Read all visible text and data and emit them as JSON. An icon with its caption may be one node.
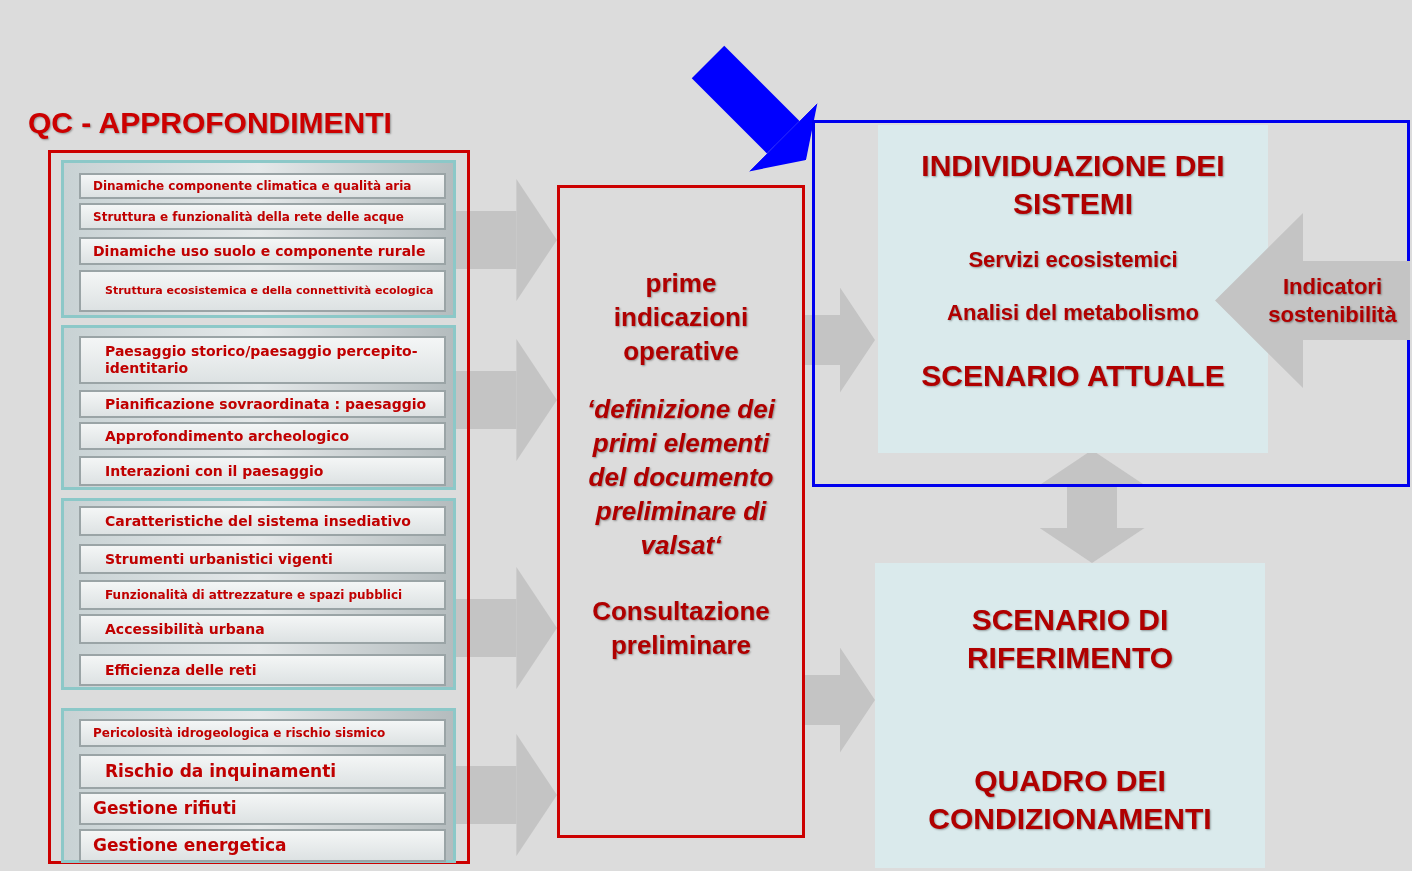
{
  "diagram": {
    "nodes": [
      {
        "text": [
          "QC - APPROFONDIMENTI"
        ]
      },
      {
        "text": [],
        "shape": "box",
        "in": 0
      },
      {
        "text": [
          "Dinamiche componente climatica e qualità aria"
        ],
        "in": 1
      },
      {
        "text": [
          "Struttura e funzionalità della rete delle acque"
        ],
        "in": 1
      },
      {
        "text": [
          "Dinamiche uso suolo e componente rurale"
        ],
        "in": 1
      },
      {
        "text": [
          "Struttura ecosistemica e della connettività ecologica"
        ],
        "in": 1
      },
      {
        "text": [],
        "shape": "box",
        "in": 0
      },
      {
        "text": [
          "Paesaggio storico/paesaggio percepito-identitario"
        ],
        "in": 6
      },
      {
        "text": [
          "Pianificazione sovraordinata : paesaggio"
        ],
        "in": 6
      },
      {
        "text": [
          "Approfondimento archeologico"
        ],
        "in": 6
      },
      {
        "text": [
          "Interazioni con il paesaggio"
        ],
        "in": 6
      },
      {
        "text": [],
        "shape": "box",
        "in": 0
      },
      {
        "text": [
          "Caratteristiche del sistema insediativo"
        ],
        "in": 11
      },
      {
        "text": [
          "Strumenti urbanistici vigenti"
        ],
        "in": 11
      },
      {
        "text": [
          "Funzionalità di attrezzature e spazi pubblici"
        ],
        "in": 11
      },
      {
        "text": [
          "Accessibilità urbana"
        ],
        "in": 11
      },
      {
        "text": [
          "Efficienza delle reti"
        ],
        "in": 11
      },
      {
        "text": [],
        "shape": "box",
        "in": 0
      },
      {
        "text": [
          "Pericolosità idrogeologica e rischio sismico"
        ],
        "in": 17
      },
      {
        "text": [
          "Rischio da inquinamenti"
        ],
        "in": 17
      },
      {
        "text": [
          "Gestione rifiuti"
        ],
        "in": 17
      },
      {
        "text": [
          "Gestione energetica"
        ],
        "in": 17
      },
      {
        "text": [
          "prime indicazioni operative",
          "‘definizione dei primi elementi del documento preliminare di valsat‘",
          "Consultazione preliminare"
        ]
      },
      {
        "text": [],
        "shape": "box"
      },
      {
        "text": [
          "INDIVIDUAZIONE DEI SISTEMI",
          "Servizi ecosistemici",
          "Analisi del metabolismo",
          "SCENARIO ATTUALE"
        ],
        "in": 23
      },
      {
        "text": [
          "SCENARIO DI RIFERIMENTO",
          "QUADRO DEI CONDIZIONAMENTI"
        ]
      },
      {
        "text": [
          "Indicatori sostenibilità"
        ],
        "in": 23
      }
    ],
    "edges": [
      {
        "from": 1,
        "to": 22,
        "arrow": "to"
      },
      {
        "from": 6,
        "to": 22,
        "arrow": "to"
      },
      {
        "from": 11,
        "to": 22,
        "arrow": "to"
      },
      {
        "from": 17,
        "to": 22,
        "arrow": "to"
      },
      {
        "from": 22,
        "to": 24,
        "arrow": "to"
      },
      {
        "from": 22,
        "to": 25,
        "arrow": "to"
      },
      {
        "from": 24,
        "to": 25,
        "arrow": "both"
      },
      {
        "from": null,
        "to": 23,
        "arrow": "to",
        "color": "#0000ff"
      }
    ]
  }
}
